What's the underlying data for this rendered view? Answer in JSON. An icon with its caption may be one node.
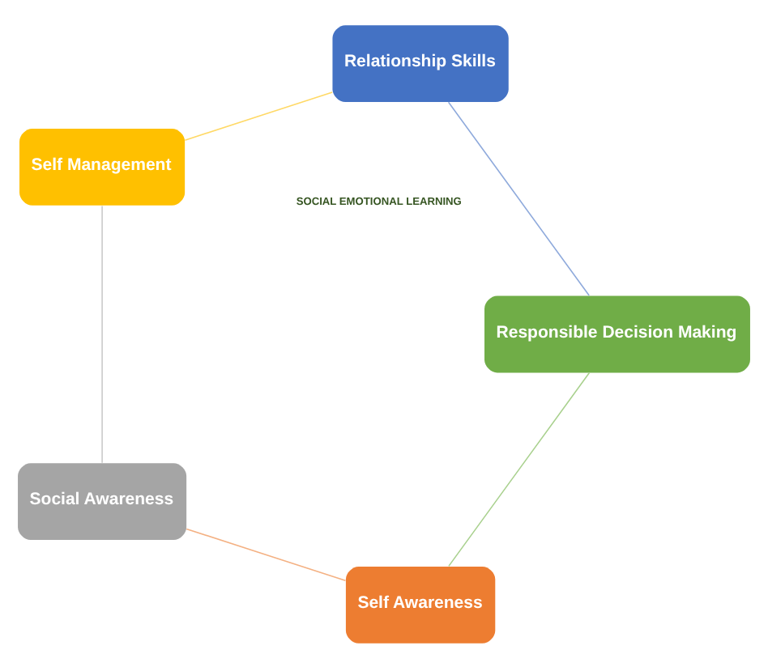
{
  "diagram": {
    "nodes": [
      {
        "text": [
          "Self Awareness"
        ]
      },
      {
        "text": [
          "Social Awareness"
        ]
      },
      {
        "text": [
          "Self Management"
        ]
      },
      {
        "text": [
          "Relationship Skills"
        ]
      },
      {
        "text": [
          "Responsible Decision Making"
        ]
      }
    ],
    "edges": [
      {
        "from": 0,
        "to": 1,
        "arrow": "none",
        "color": "#f4b183"
      },
      {
        "from": 1,
        "to": 2,
        "arrow": "none",
        "color": "#c9c9c9"
      },
      {
        "from": 2,
        "to": 3,
        "arrow": "none",
        "color": "#ffd966"
      },
      {
        "from": 3,
        "to": 4,
        "arrow": "none",
        "color": "#8faadc"
      },
      {
        "from": 4,
        "to": 0,
        "arrow": "none",
        "color": "#a9d18e"
      }
    ],
    "labels": [
      "SOCIAL EMOTIONAL LEARNING"
    ]
  }
}
